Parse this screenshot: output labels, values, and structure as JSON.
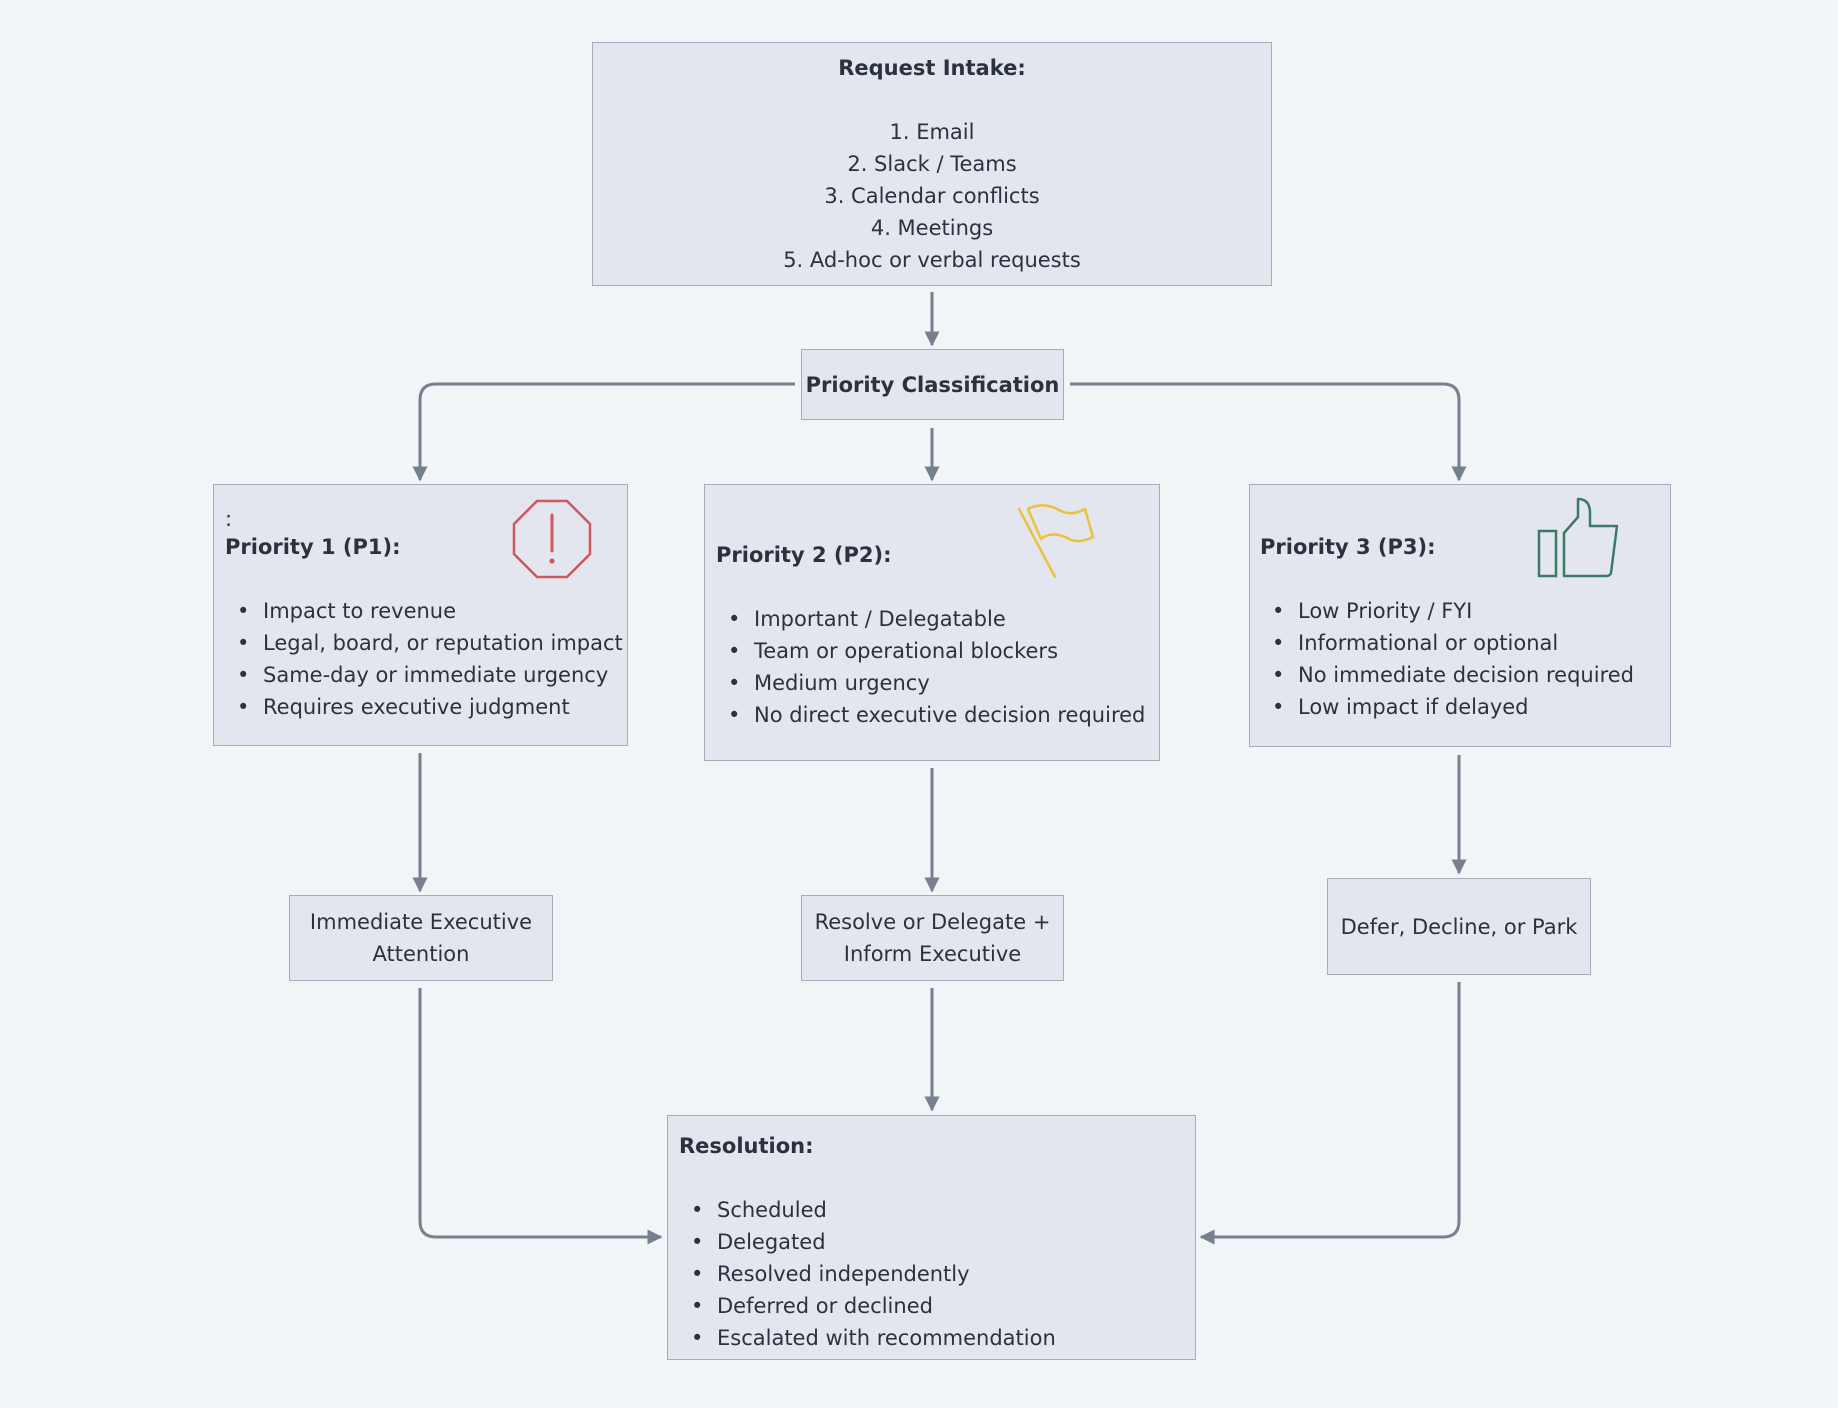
{
  "colors": {
    "background": "#f1f5f8",
    "node_fill": "#e3e6ee",
    "node_border": "#a4adb9",
    "connector": "#76808e",
    "p1_icon": "#d0565f",
    "p2_icon": "#ecc13f",
    "p3_icon": "#3c7a65"
  },
  "intake": {
    "title": "Request Intake:",
    "items": [
      "1. Email",
      "2. Slack / Teams",
      "3. Calendar conflicts",
      "4. Meetings",
      "5. Ad-hoc or verbal requests"
    ]
  },
  "classification": {
    "label": "Priority Classification"
  },
  "p1": {
    "prefix": ":",
    "title": "Priority 1 (P1):",
    "icon": "stop-alert-icon",
    "items": [
      "Impact to revenue",
      "Legal, board, or reputation impact",
      "Same-day or immediate urgency",
      "Requires executive judgment"
    ]
  },
  "p2": {
    "title": "Priority 2 (P2):",
    "icon": "flag-icon",
    "items": [
      "Important / Delegatable",
      "Team or operational blockers",
      "Medium urgency",
      "No direct executive decision required"
    ]
  },
  "p3": {
    "title": "Priority 3 (P3):",
    "icon": "thumbs-up-icon",
    "items": [
      "Low Priority / FYI",
      "Informational or optional",
      "No immediate decision required",
      "Low impact if delayed"
    ]
  },
  "actions": {
    "p1": [
      "Immediate Executive",
      "Attention"
    ],
    "p2": [
      "Resolve or Delegate +",
      "Inform Executive"
    ],
    "p3": "Defer, Decline, or Park"
  },
  "resolution": {
    "title": "Resolution:",
    "items": [
      "Scheduled",
      "Delegated",
      "Resolved independently",
      "Deferred or declined",
      "Escalated with recommendation"
    ]
  }
}
